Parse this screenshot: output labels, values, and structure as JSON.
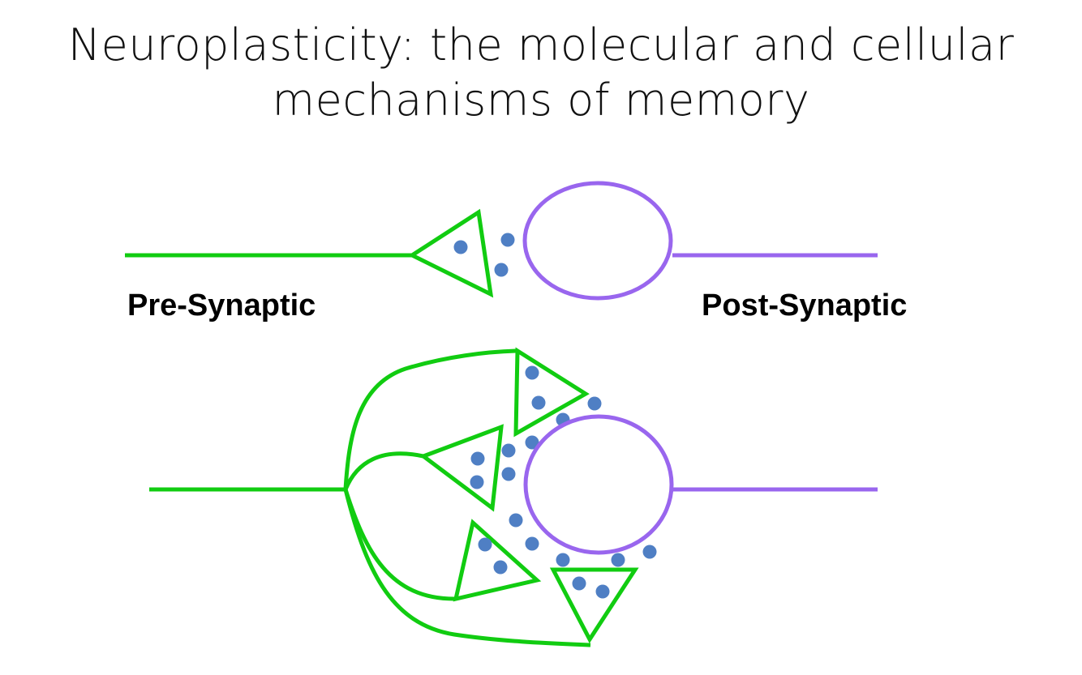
{
  "slide": {
    "title_line1": "Neuroplasticity: the molecular and cellular",
    "title_line2": "mechanisms of memory"
  },
  "labels": {
    "pre": "Pre-Synaptic",
    "post": "Post-Synaptic"
  },
  "colors": {
    "pre_synaptic": "#11cc11",
    "post_synaptic": "#9966ee",
    "vesicle": "#4f7fc4",
    "title_text": "#111111"
  }
}
